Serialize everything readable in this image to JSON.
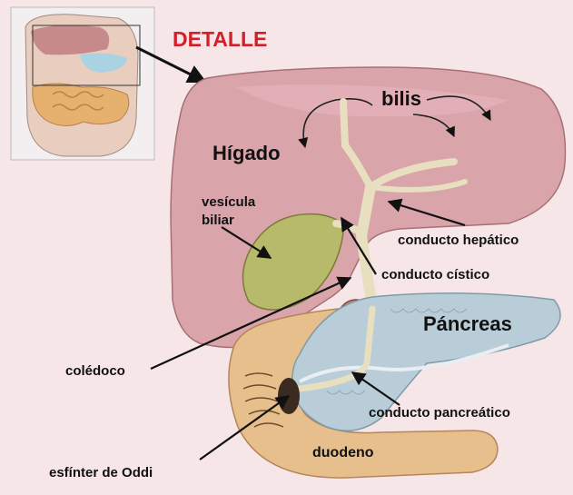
{
  "title": "DETALLE",
  "labels": {
    "bilis": "bilis",
    "higado": "Hígado",
    "vesicula_line1": "vesícula",
    "vesicula_line2": "biliar",
    "conducto_hepatico": "conducto hepático",
    "conducto_cistico": "conducto cístico",
    "pancreas": "Páncreas",
    "coledoco": "colédoco",
    "conducto_pancreatico": "conducto pancreático",
    "duodeno": "duodeno",
    "esfinter": "esfínter de Oddi"
  },
  "colors": {
    "background": "#f6e6e8",
    "liver": "#d9a4aa",
    "gallbladder": "#b7ba6a",
    "duct": "#e7dfbf",
    "pancreas": "#b9cdd8",
    "duodenum": "#e7bf8c",
    "title": "#d2202a"
  }
}
